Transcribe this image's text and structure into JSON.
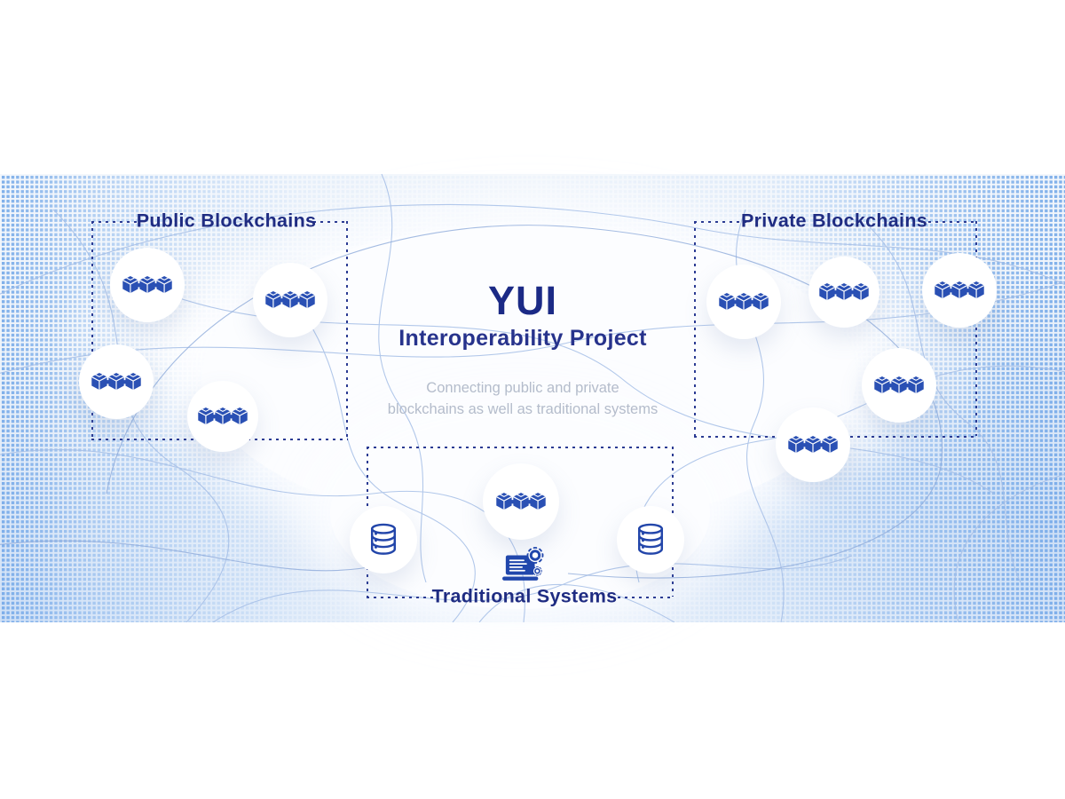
{
  "hero": {
    "title": "YUI",
    "subtitle": "Interoperability Project",
    "tagline_line1": "Connecting public and private",
    "tagline_line2": "blockchains as well as traditional systems"
  },
  "groups": {
    "public": {
      "label": "Public Blockchains",
      "nodes": [
        "blockchain",
        "blockchain",
        "blockchain",
        "blockchain"
      ]
    },
    "private": {
      "label": "Private Blockchains",
      "nodes": [
        "blockchain",
        "blockchain",
        "blockchain",
        "blockchain",
        "blockchain"
      ]
    },
    "traditional": {
      "label": "Traditional Systems",
      "nodes": [
        "database",
        "blockchain",
        "database"
      ],
      "extra_icon": "laptop-gear"
    }
  },
  "icons": {
    "blockchain": "three linked cubes",
    "database": "stacked database cylinder",
    "laptop_gear": "laptop with code and gears"
  },
  "colors": {
    "accent_navy": "#1b2a86",
    "icon_blue": "#2a50b4",
    "dashed_border": "#2b3b93",
    "tagline_gray": "#b4bccb",
    "dot_pattern_blue": "#7aace9"
  }
}
